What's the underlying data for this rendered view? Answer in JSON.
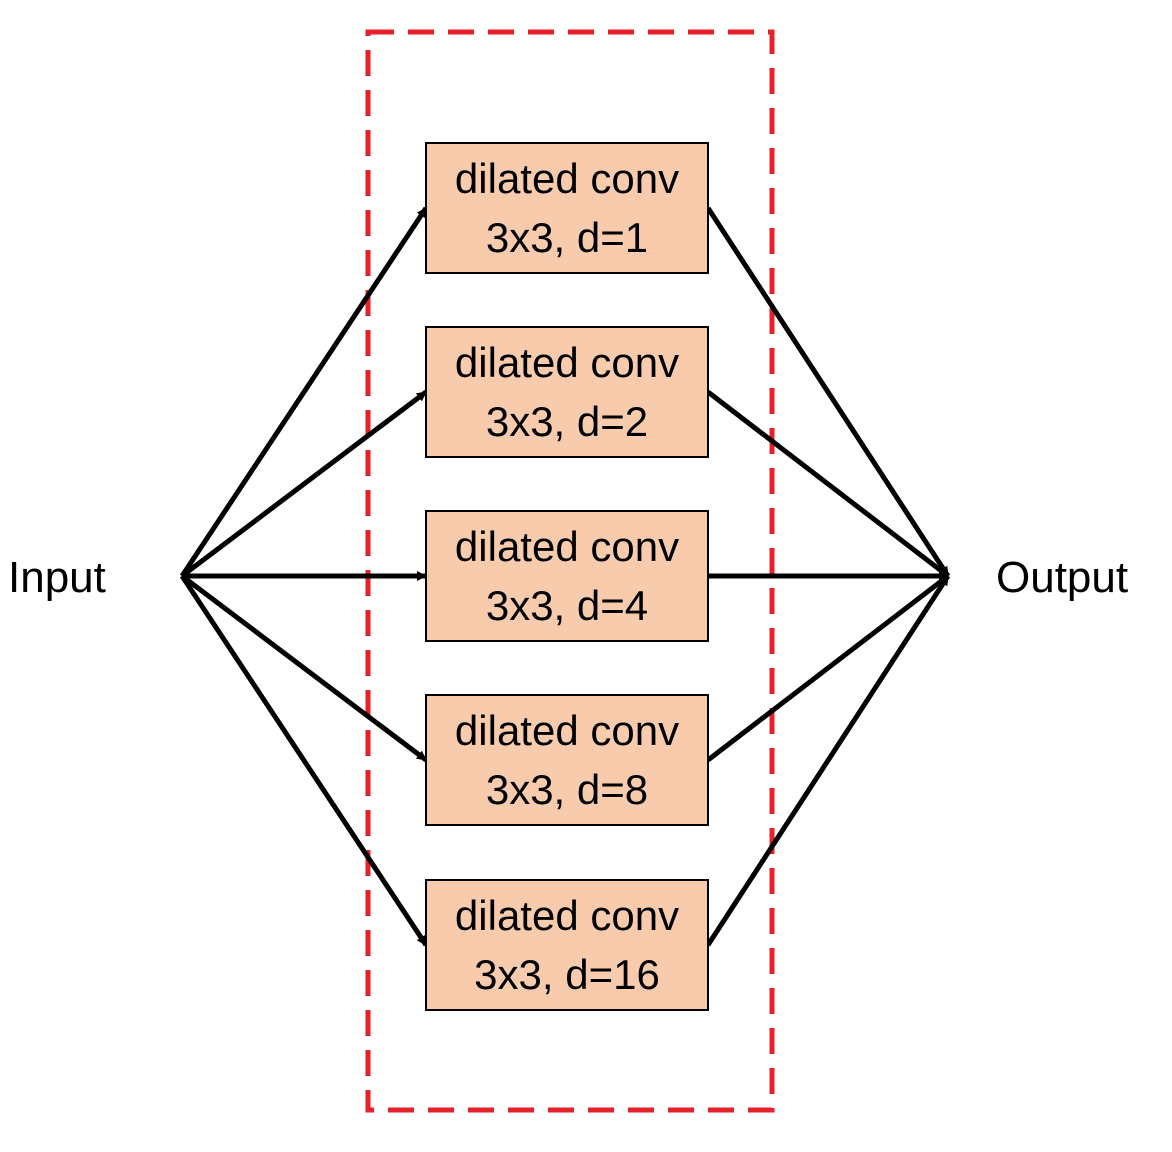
{
  "input_label": "Input",
  "output_label": "Output",
  "colors": {
    "box_fill": "#F8CBAD",
    "box_stroke": "#000000",
    "dashed_frame": "#E8202A",
    "arrow": "#000000"
  },
  "branches": [
    {
      "line1": "dilated conv",
      "line2": "3x3, d=1"
    },
    {
      "line1": "dilated conv",
      "line2": "3x3, d=2"
    },
    {
      "line1": "dilated conv",
      "line2": "3x3, d=4"
    },
    {
      "line1": "dilated conv",
      "line2": "3x3, d=8"
    },
    {
      "line1": "dilated conv",
      "line2": "3x3, d=16"
    }
  ]
}
